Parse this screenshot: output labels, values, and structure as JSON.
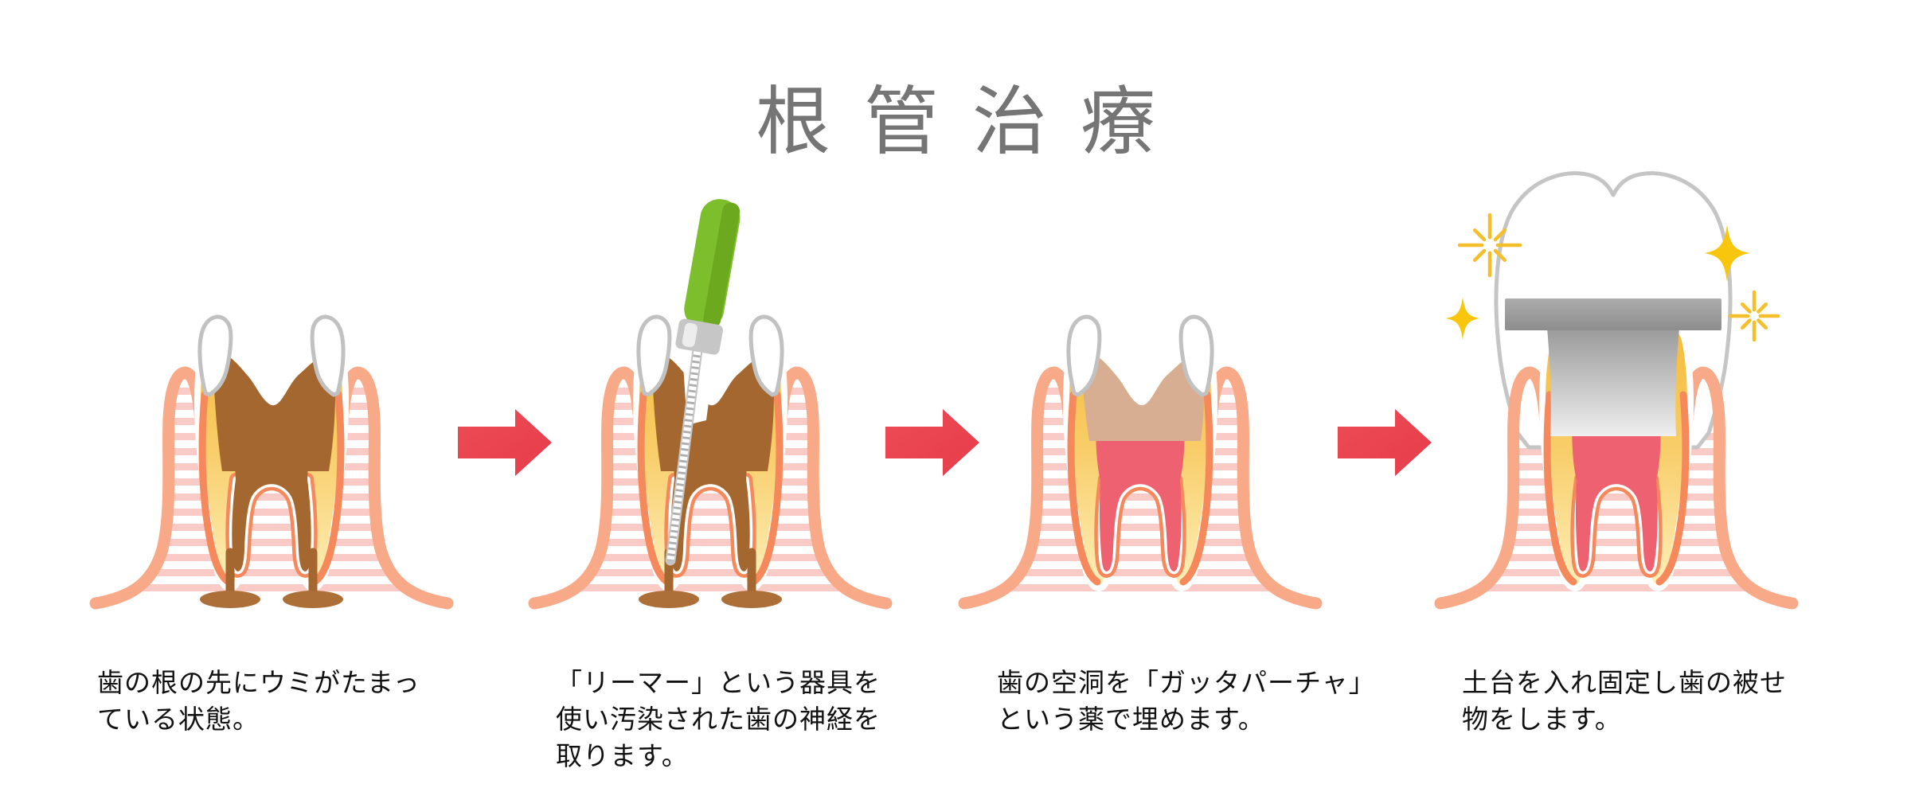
{
  "title": "根管治療",
  "steps": [
    {
      "caption": "歯の根の先にウミがたまっ\nている状態。",
      "illustration": "decayed-tooth-with-abscess"
    },
    {
      "caption": "「リーマー」という器具を\n使い汚染された歯の神経を\n取ります。",
      "illustration": "reamer-removing-nerve"
    },
    {
      "caption": "歯の空洞を「ガッタパーチャ」\nという薬で埋めます。",
      "illustration": "gutta-percha-filling"
    },
    {
      "caption": "土台を入れ固定し歯の被せ\n物をします。",
      "illustration": "crown-placement"
    }
  ],
  "arrow_label": "next-step-arrow",
  "colors": {
    "title_gray": "#757575",
    "caption_black": "#111111",
    "arrow_red": "#E73C49",
    "gum_salmon": "#F8A988",
    "bone_stripe_pink": "#F9CAC6",
    "dentin_top": "#F4BB35",
    "dentin_mid": "#F8CE6B",
    "dentin_bottom": "#FDEFB8",
    "decay_brown": "#A3672F",
    "abscess_brown": "#AC6F38",
    "canal_orange": "#F5895B",
    "gutta_percha_pink": "#ED6170",
    "cavity_filling_tan": "#D8AE92",
    "enamel_outline_gray": "#C1C1C1",
    "crown_outline_gray": "#C5C5C5",
    "metal_band_gray": "#949494",
    "metal_post_dark": "#9A9A9A",
    "metal_post_light": "#EFEFEF",
    "reamer_handle_green": "#7CBE2B",
    "reamer_handle_green_dark": "#6CA91F",
    "reamer_collar_gray": "#C6C6C6",
    "sparkle_yellow": "#F9C60E",
    "sparkle_burst_yellow": "#F5BF2B"
  }
}
